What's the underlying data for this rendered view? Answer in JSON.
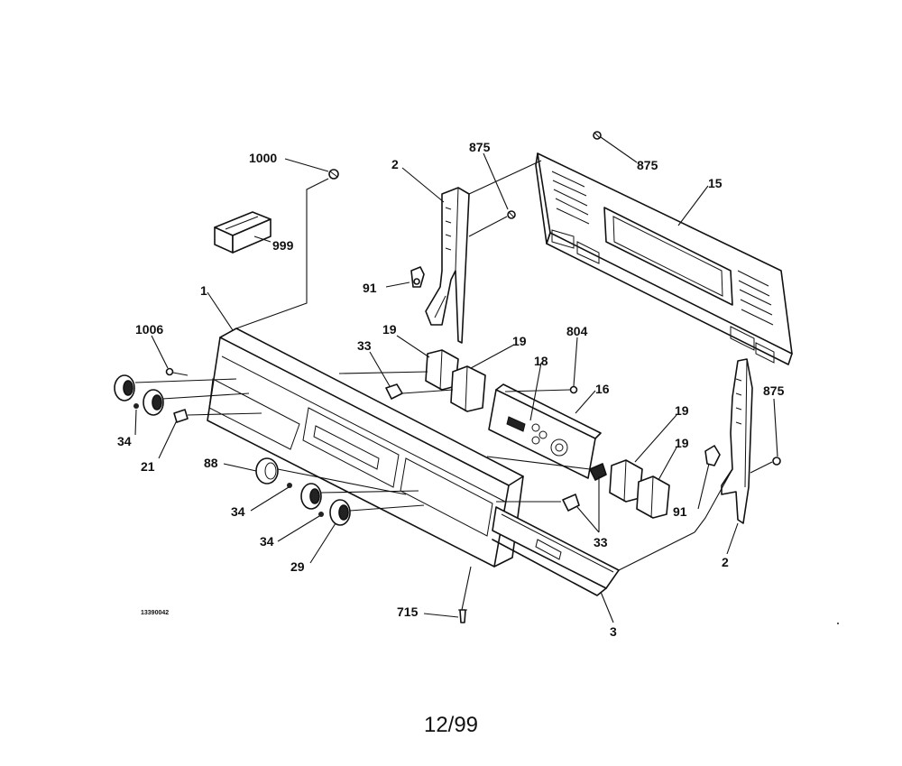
{
  "footer_date": "12/99",
  "drawing_id": "13390042",
  "callouts": [
    {
      "id": "c1000",
      "text": "1000"
    },
    {
      "id": "c999",
      "text": "999"
    },
    {
      "id": "c2a",
      "text": "2"
    },
    {
      "id": "c875a",
      "text": "875"
    },
    {
      "id": "c875b",
      "text": "875"
    },
    {
      "id": "c15",
      "text": "15"
    },
    {
      "id": "c91a",
      "text": "91"
    },
    {
      "id": "c1",
      "text": "1"
    },
    {
      "id": "c1006",
      "text": "1006"
    },
    {
      "id": "c33a",
      "text": "33"
    },
    {
      "id": "c19a",
      "text": "19"
    },
    {
      "id": "c19b",
      "text": "19"
    },
    {
      "id": "c804",
      "text": "804"
    },
    {
      "id": "c18",
      "text": "18"
    },
    {
      "id": "c16",
      "text": "16"
    },
    {
      "id": "c875c",
      "text": "875"
    },
    {
      "id": "c19c",
      "text": "19"
    },
    {
      "id": "c19d",
      "text": "19"
    },
    {
      "id": "c34a",
      "text": "34"
    },
    {
      "id": "c21",
      "text": "21"
    },
    {
      "id": "c88",
      "text": "88"
    },
    {
      "id": "c34b",
      "text": "34"
    },
    {
      "id": "c34c",
      "text": "34"
    },
    {
      "id": "c29",
      "text": "29"
    },
    {
      "id": "c33b",
      "text": "33"
    },
    {
      "id": "c91b",
      "text": "91"
    },
    {
      "id": "c2b",
      "text": "2"
    },
    {
      "id": "c715",
      "text": "715"
    },
    {
      "id": "c3",
      "text": "3"
    }
  ]
}
